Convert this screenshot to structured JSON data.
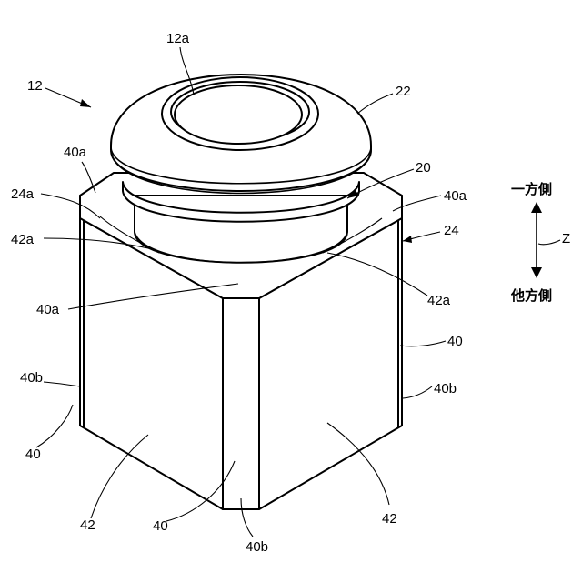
{
  "labels": {
    "l12": "12",
    "l12a": "12a",
    "l22": "22",
    "l20": "20",
    "l24": "24",
    "l24a": "24a",
    "l40a_1": "40a",
    "l40a_2": "40a",
    "l40a_3": "40a",
    "l42a_1": "42a",
    "l42a_2": "42a",
    "l40_1": "40",
    "l40_2": "40",
    "l40_3": "40",
    "l40b_1": "40b",
    "l40b_2": "40b",
    "l40b_3": "40b",
    "l42_1": "42",
    "l42_2": "42",
    "z": "Z"
  },
  "directions": {
    "one_side": "一方側",
    "other_side": "他方側"
  }
}
